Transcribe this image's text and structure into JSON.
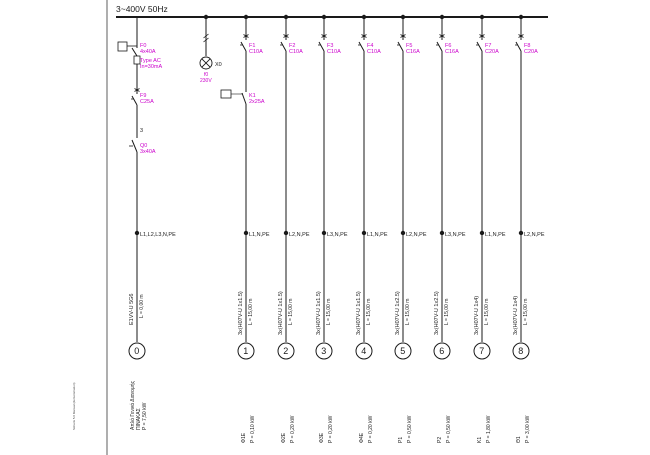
{
  "diagram": {
    "supply_label": "3~400V 50Hz",
    "side_note": "Simaris 5.0 Manual (demonstration)",
    "colors": {
      "line": "#1a1a1a",
      "device_text": "#cc00cc",
      "text": "#1a1a1a"
    },
    "incoming": {
      "rcd_name": "F0",
      "rcd_rating": "4x40A",
      "rcd_type": "Type AC",
      "rcd_sens": "In=30mA",
      "fuse_name": "F9",
      "fuse_rating": "C25A",
      "switch_num": "3",
      "switch_name": "Q0",
      "switch_rating": "3x40A",
      "phases": "L1,L2,L3,N,PE",
      "cable": "E1VV-U 5G6",
      "length": "L = 0,00 m",
      "num": "0",
      "load_desc": "Απλό Γενικό Διανομής",
      "load_desc2": "ΠΙΝΑΚΑΣ",
      "load_power": "P = 7,50 kW"
    },
    "lamp": {
      "name": "X0",
      "fuse": "f0",
      "voltage": "230V"
    },
    "relay": {
      "name": "K1",
      "rating": "2x25A"
    },
    "circuits": [
      {
        "name": "F1",
        "rating": "C10A",
        "phases": "L1,N,PE",
        "cable": "3x(H07V-U 1x1.5)",
        "length": "L = 15,00 m",
        "num": "1",
        "label": "Φ1Ε",
        "power": "P = 0,10 kW"
      },
      {
        "name": "F2",
        "rating": "C10A",
        "phases": "L2,N,PE",
        "cable": "3x(H07V-U 1x1.5)",
        "length": "L = 15,00 m",
        "num": "2",
        "label": "Φ2Ε",
        "power": "P = 0,20 kW"
      },
      {
        "name": "F3",
        "rating": "C10A",
        "phases": "L3,N,PE",
        "cable": "3x(H07V-U 1x1.5)",
        "length": "L = 15,00 m",
        "num": "3",
        "label": "Φ3Ε",
        "power": "P = 0,20 kW"
      },
      {
        "name": "F4",
        "rating": "C10A",
        "phases": "L1,N,PE",
        "cable": "3x(H07V-U 1x1.5)",
        "length": "L = 15,00 m",
        "num": "4",
        "label": "Φ4Ε",
        "power": "P = 0,20 kW"
      },
      {
        "name": "F5",
        "rating": "C16A",
        "phases": "L2,N,PE",
        "cable": "3x(H07V-U 1x2.5)",
        "length": "L = 15,00 m",
        "num": "5",
        "label": "Ρ1",
        "power": "P = 0,50 kW"
      },
      {
        "name": "F6",
        "rating": "C16A",
        "phases": "L3,N,PE",
        "cable": "3x(H07V-U 1x2.5)",
        "length": "L = 15,00 m",
        "num": "6",
        "label": "Ρ2",
        "power": "P = 0,50 kW"
      },
      {
        "name": "F7",
        "rating": "C20A",
        "phases": "L1,N,PE",
        "cable": "3x(H07V-U 1x4)",
        "length": "L = 15,00 m",
        "num": "7",
        "label": "Κ1",
        "power": "P = 1,80 kW"
      },
      {
        "name": "F8",
        "rating": "C20A",
        "phases": "L2,N,PE",
        "cable": "3x(H07V-U 1x4)",
        "length": "L = 15,00 m",
        "num": "8",
        "label": "Θ1",
        "power": "P = 3,00 kW"
      }
    ]
  }
}
